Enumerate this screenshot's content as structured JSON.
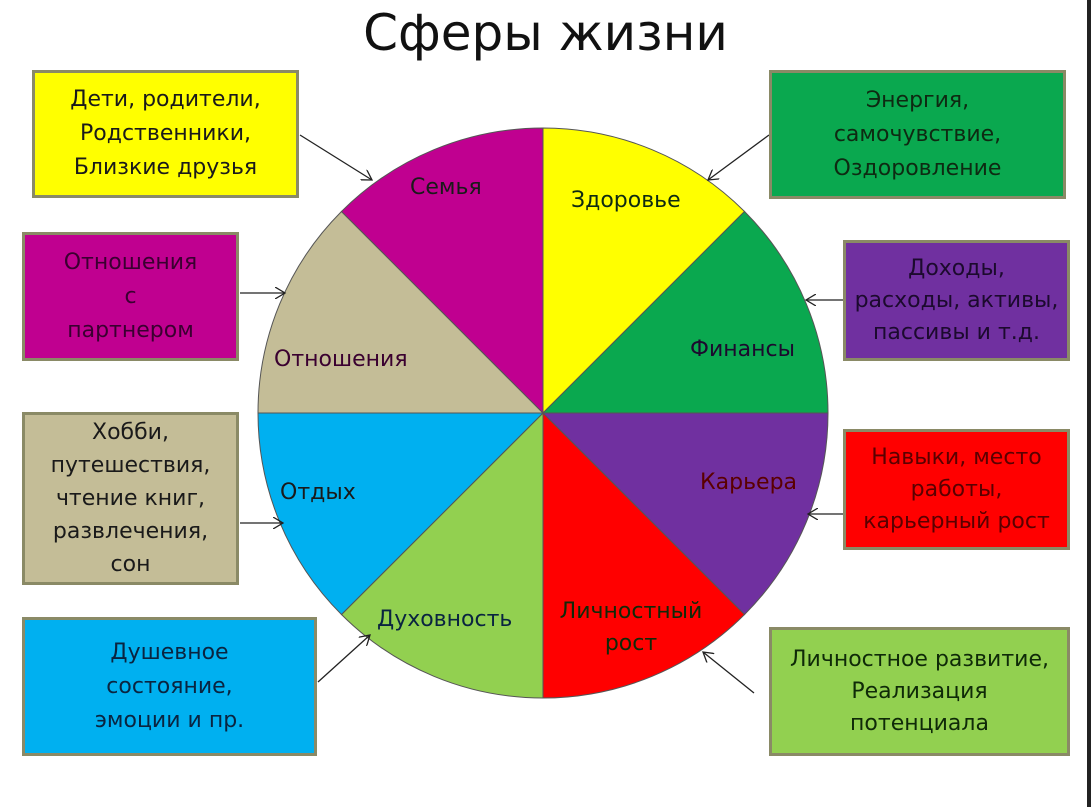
{
  "title": "Сферы жизни",
  "chart_data": {
    "type": "pie",
    "title": "Сферы жизни",
    "categories": [
      "Семья",
      "Здоровье",
      "Финансы",
      "Карьера",
      "Личностный рост",
      "Духовность",
      "Отдых",
      "Отношения"
    ],
    "values": [
      12.5,
      12.5,
      12.5,
      12.5,
      12.5,
      12.5,
      12.5,
      12.5
    ],
    "colors": [
      "#ffff00",
      "#0aa84f",
      "#7030a0",
      "#ff0000",
      "#92d050",
      "#00b0f0",
      "#c4bd97",
      "#c00090"
    ]
  },
  "segments": [
    {
      "label": "Семья",
      "color": "#ffff00",
      "text_color": "#1a1a1a"
    },
    {
      "label": "Здоровье",
      "color": "#0aa84f",
      "text_color": "#0e2a12"
    },
    {
      "label": "Финансы",
      "color": "#7030a0",
      "text_color": "#1c0a2e"
    },
    {
      "label": "Карьера",
      "color": "#ff0000",
      "text_color": "#5a0000"
    },
    {
      "label": "Личностный\nрост",
      "color": "#92d050",
      "text_color": "#0f2a08"
    },
    {
      "label": "Духовность",
      "color": "#00b0f0",
      "text_color": "#0a2440"
    },
    {
      "label": "Отдых",
      "color": "#c4bd97",
      "text_color": "#1a1a1a"
    },
    {
      "label": "Отношения",
      "color": "#c00090",
      "text_color": "#3a0030"
    }
  ],
  "boxes": {
    "family": {
      "text": "Дети, родители,\nРодственники,\nБлизкие друзья",
      "color": "#ffff00",
      "text_color": "#1a1a1a"
    },
    "health": {
      "text": "Энергия,\nсамочувствие,\nОздоровление",
      "color": "#0aa84f",
      "text_color": "#0e2a12"
    },
    "relations": {
      "text": "Отношения\nс\nпартнером",
      "color": "#c00090",
      "text_color": "#3a0030"
    },
    "finance": {
      "text": "Доходы,\nрасходы, активы,\nпассивы и т.д.",
      "color": "#7030a0",
      "text_color": "#1c0a2e"
    },
    "rest": {
      "text": "Хобби,\nпутешествия,\nчтение книг,\nразвлечения,\nсон",
      "color": "#c4bd97",
      "text_color": "#1a1a1a"
    },
    "career": {
      "text": "Навыки, место\nработы,\nкарьерный рост",
      "color": "#ff0000",
      "text_color": "#5a0000"
    },
    "spirit": {
      "text": "Душевное\nсостояние,\nэмоции и пр.",
      "color": "#00b0f0",
      "text_color": "#0a2440"
    },
    "growth": {
      "text": "Личностное развитие,\nРеализация\nпотенциала",
      "color": "#92d050",
      "text_color": "#0f2a08"
    }
  }
}
